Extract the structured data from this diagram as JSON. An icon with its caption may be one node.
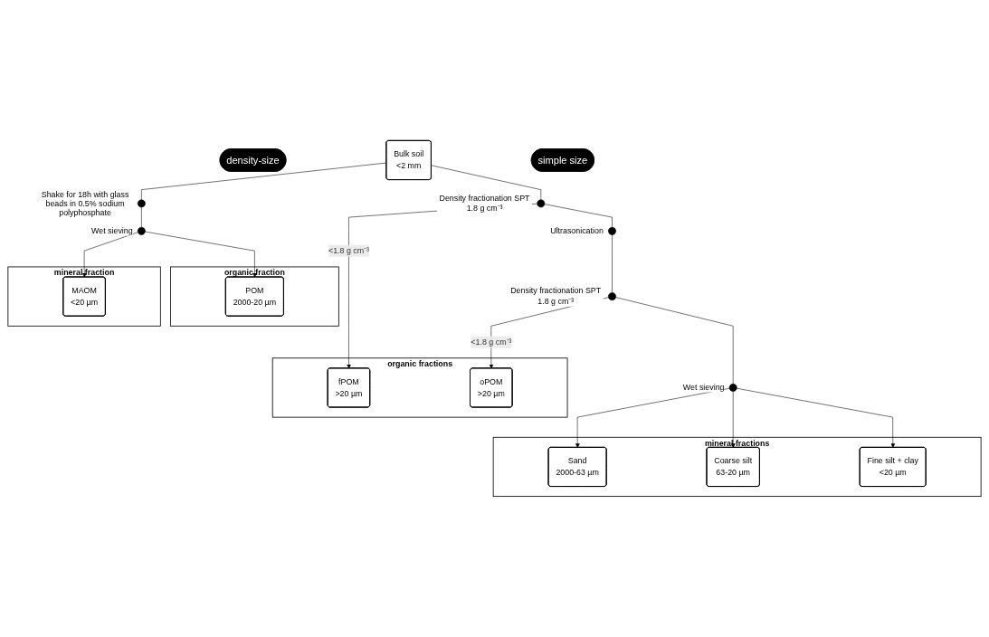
{
  "diagram": {
    "nodes": [
      {
        "text": [
          "Bulk soil",
          "<2 mm"
        ]
      },
      {
        "text": [
          "density-size"
        ]
      },
      {
        "text": [
          "simple size"
        ]
      },
      {
        "text": [
          "organic fractions"
        ]
      },
      {
        "text": [
          "fPOM",
          ">20 µm"
        ],
        "in": 3
      },
      {
        "text": [
          "oPOM",
          ">20 µm"
        ],
        "in": 3
      },
      {
        "text": [
          "mineral fractions"
        ]
      },
      {
        "text": [
          "Sand",
          "2000-63 µm"
        ],
        "in": 6
      },
      {
        "text": [
          "Coarse silt",
          "63-20 µm"
        ],
        "in": 6
      },
      {
        "text": [
          "Fine silt + clay",
          "<20 µm"
        ],
        "in": 6
      },
      {
        "text": [
          "organic fraction"
        ]
      },
      {
        "text": [
          "POM",
          "2000-20 µm"
        ],
        "in": 10
      },
      {
        "text": [
          "mineral fraction"
        ]
      },
      {
        "text": [
          "MAOM",
          "<20 µm"
        ],
        "in": 12
      },
      {
        "text": [],
        "shape": "circle",
        "beside": [
          "Density fractionation SPT 1.8 g cm⁻³"
        ]
      },
      {
        "text": [],
        "shape": "circle",
        "beside": [
          "Ultrasonication"
        ]
      },
      {
        "text": [],
        "shape": "circle",
        "beside": [
          "Density fractionation SPT 1.8 g cm⁻³"
        ]
      },
      {
        "text": [],
        "shape": "circle",
        "beside": [
          "Wet sieving"
        ]
      },
      {
        "text": [],
        "shape": "circle",
        "beside": [
          "Shake for 18h with glass beads in 0.5% sodium polyphosphate"
        ]
      },
      {
        "text": [],
        "shape": "circle",
        "beside": [
          "Wet sieving"
        ]
      }
    ],
    "edges": [
      {
        "from": 0,
        "to": 14,
        "arrow": "none"
      },
      {
        "from": 14,
        "to": 15,
        "arrow": "none"
      },
      {
        "from": 15,
        "to": 16,
        "arrow": "none"
      },
      {
        "from": 16,
        "to": 17,
        "arrow": "none"
      },
      {
        "from": 14,
        "to": 4,
        "arrow": "to",
        "label": "<1.8 g cm⁻³"
      },
      {
        "from": 16,
        "to": 5,
        "arrow": "to",
        "label": "<1.8 g cm⁻³"
      },
      {
        "from": 17,
        "to": 7,
        "arrow": "to"
      },
      {
        "from": 17,
        "to": 8,
        "arrow": "to"
      },
      {
        "from": 17,
        "to": 9,
        "arrow": "to"
      },
      {
        "from": 0,
        "to": 18,
        "arrow": "none"
      },
      {
        "from": 18,
        "to": 19,
        "arrow": "none"
      },
      {
        "from": 19,
        "to": 11,
        "arrow": "to"
      },
      {
        "from": 19,
        "to": 13,
        "arrow": "to"
      }
    ]
  }
}
